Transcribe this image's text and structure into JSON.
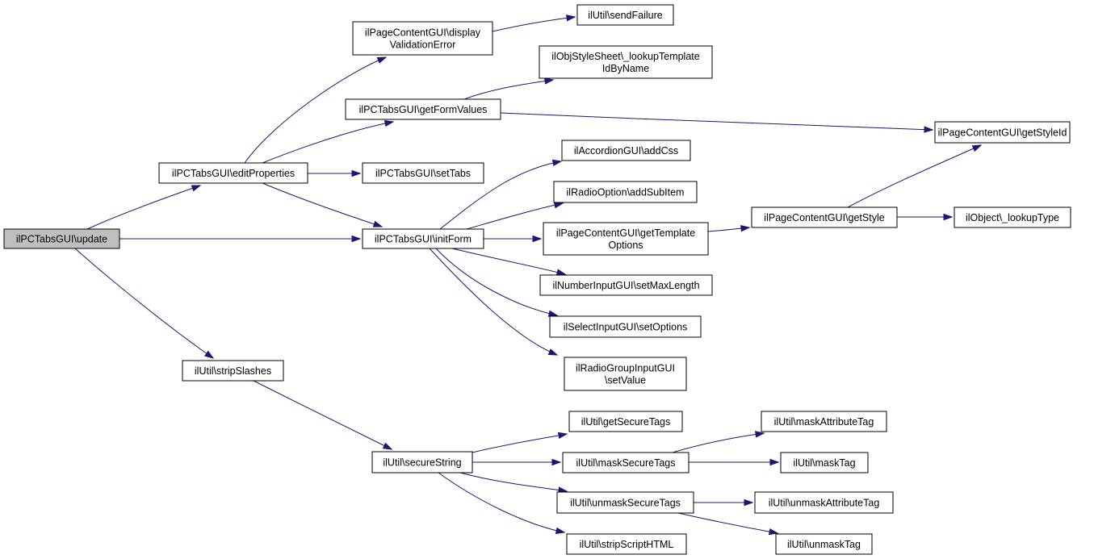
{
  "graph": {
    "type": "call-graph",
    "colors": {
      "edge": "#191970",
      "root_fill": "#bfbfbf",
      "node_fill": "#ffffff",
      "border": "#000000"
    },
    "nodes": [
      {
        "id": "update",
        "lines": [
          "ilPCTabsGUI\\update"
        ],
        "root": true
      },
      {
        "id": "editProperties",
        "lines": [
          "ilPCTabsGUI\\editProperties"
        ]
      },
      {
        "id": "displayValidationError",
        "lines": [
          "ilPageContentGUI\\display",
          "ValidationError"
        ]
      },
      {
        "id": "sendFailure",
        "lines": [
          "ilUtil\\sendFailure"
        ]
      },
      {
        "id": "lookupTemplateIdByName",
        "lines": [
          "ilObjStyleSheet\\_lookupTemplate",
          "IdByName"
        ]
      },
      {
        "id": "getFormValues",
        "lines": [
          "ilPCTabsGUI\\getFormValues"
        ]
      },
      {
        "id": "getStyleId",
        "lines": [
          "ilPageContentGUI\\getStyleId"
        ]
      },
      {
        "id": "addCss",
        "lines": [
          "ilAccordionGUI\\addCss"
        ]
      },
      {
        "id": "setTabs",
        "lines": [
          "ilPCTabsGUI\\setTabs"
        ]
      },
      {
        "id": "addSubItem",
        "lines": [
          "ilRadioOption\\addSubItem"
        ]
      },
      {
        "id": "initForm",
        "lines": [
          "ilPCTabsGUI\\initForm"
        ]
      },
      {
        "id": "getTemplateOptions",
        "lines": [
          "ilPageContentGUI\\getTemplate",
          "Options"
        ]
      },
      {
        "id": "getStyle",
        "lines": [
          "ilPageContentGUI\\getStyle"
        ]
      },
      {
        "id": "lookupType",
        "lines": [
          "ilObject\\_lookupType"
        ]
      },
      {
        "id": "setMaxLength",
        "lines": [
          "ilNumberInputGUI\\setMaxLength"
        ]
      },
      {
        "id": "setOptions",
        "lines": [
          "ilSelectInputGUI\\setOptions"
        ]
      },
      {
        "id": "setValue",
        "lines": [
          "ilRadioGroupInputGUI",
          "\\setValue"
        ]
      },
      {
        "id": "stripSlashes",
        "lines": [
          "ilUtil\\stripSlashes"
        ]
      },
      {
        "id": "getSecureTags",
        "lines": [
          "ilUtil\\getSecureTags"
        ]
      },
      {
        "id": "maskAttributeTag",
        "lines": [
          "ilUtil\\maskAttributeTag"
        ]
      },
      {
        "id": "secureString",
        "lines": [
          "ilUtil\\secureString"
        ]
      },
      {
        "id": "maskSecureTags",
        "lines": [
          "ilUtil\\maskSecureTags"
        ]
      },
      {
        "id": "maskTag",
        "lines": [
          "ilUtil\\maskTag"
        ]
      },
      {
        "id": "unmaskSecureTags",
        "lines": [
          "ilUtil\\unmaskSecureTags"
        ]
      },
      {
        "id": "unmaskAttributeTag",
        "lines": [
          "ilUtil\\unmaskAttributeTag"
        ]
      },
      {
        "id": "stripScriptHTML",
        "lines": [
          "ilUtil\\stripScriptHTML"
        ]
      },
      {
        "id": "unmaskTag",
        "lines": [
          "ilUtil\\unmaskTag"
        ]
      }
    ],
    "edges": [
      [
        "update",
        "editProperties"
      ],
      [
        "update",
        "initForm"
      ],
      [
        "update",
        "stripSlashes"
      ],
      [
        "editProperties",
        "displayValidationError"
      ],
      [
        "editProperties",
        "getFormValues"
      ],
      [
        "editProperties",
        "setTabs"
      ],
      [
        "editProperties",
        "initForm"
      ],
      [
        "displayValidationError",
        "sendFailure"
      ],
      [
        "getFormValues",
        "lookupTemplateIdByName"
      ],
      [
        "getFormValues",
        "getStyleId"
      ],
      [
        "initForm",
        "addCss"
      ],
      [
        "initForm",
        "addSubItem"
      ],
      [
        "initForm",
        "getTemplateOptions"
      ],
      [
        "initForm",
        "setMaxLength"
      ],
      [
        "initForm",
        "setOptions"
      ],
      [
        "initForm",
        "setValue"
      ],
      [
        "getTemplateOptions",
        "getStyle"
      ],
      [
        "getStyle",
        "getStyleId"
      ],
      [
        "getStyle",
        "lookupType"
      ],
      [
        "stripSlashes",
        "secureString"
      ],
      [
        "secureString",
        "getSecureTags"
      ],
      [
        "secureString",
        "maskSecureTags"
      ],
      [
        "secureString",
        "unmaskSecureTags"
      ],
      [
        "secureString",
        "stripScriptHTML"
      ],
      [
        "maskSecureTags",
        "maskAttributeTag"
      ],
      [
        "maskSecureTags",
        "maskTag"
      ],
      [
        "unmaskSecureTags",
        "unmaskAttributeTag"
      ],
      [
        "unmaskSecureTags",
        "unmaskTag"
      ]
    ]
  }
}
